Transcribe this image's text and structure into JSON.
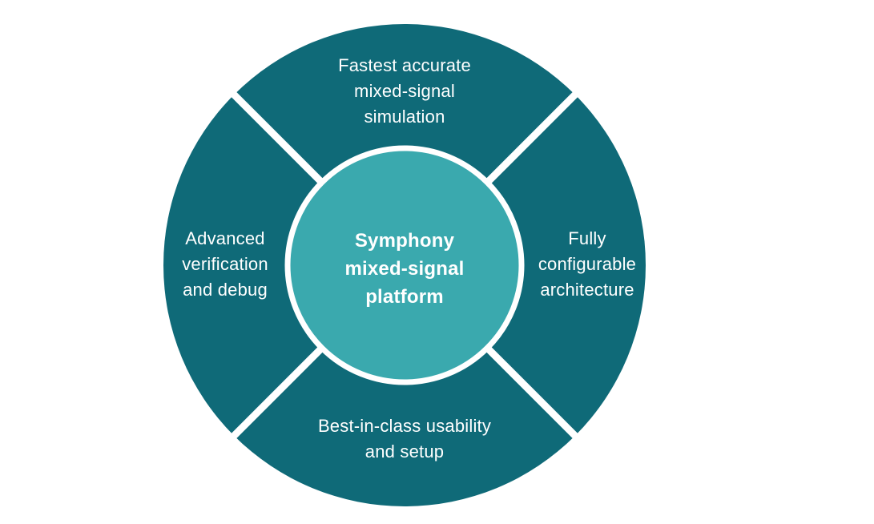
{
  "colors": {
    "ring": "#0f6a78",
    "center_circle": "#3aa9ae",
    "divider": "#ffffff",
    "text": "#ffffff"
  },
  "center": {
    "label": "Symphony\nmixed-signal\nplatform"
  },
  "quadrants": [
    {
      "position": "top",
      "label": "Fastest accurate\nmixed-signal\nsimulation"
    },
    {
      "position": "right",
      "label": "Fully\nconfigurable\narchitecture"
    },
    {
      "position": "bottom",
      "label": "Best-in-class usability\nand setup"
    },
    {
      "position": "left",
      "label": "Advanced\nverification\nand debug"
    }
  ]
}
